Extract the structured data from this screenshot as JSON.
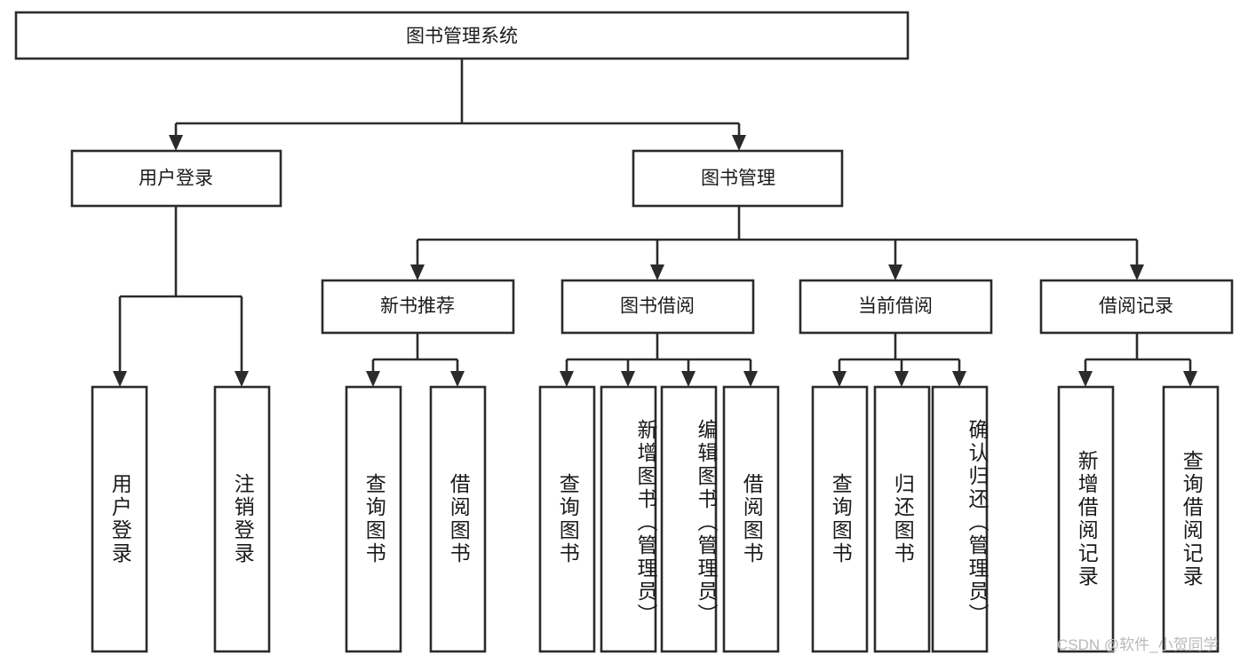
{
  "diagram": {
    "title": "图书管理系统",
    "type": "hierarchy-tree",
    "root": {
      "id": "root",
      "label": "图书管理系统"
    },
    "level2": [
      {
        "id": "user-login",
        "label": "用户登录"
      },
      {
        "id": "book-management",
        "label": "图书管理"
      }
    ],
    "level3": [
      {
        "id": "new-book-recommend",
        "label": "新书推荐",
        "parent": "book-management"
      },
      {
        "id": "book-borrow",
        "label": "图书借阅",
        "parent": "book-management"
      },
      {
        "id": "current-borrow",
        "label": "当前借阅",
        "parent": "book-management"
      },
      {
        "id": "borrow-record",
        "label": "借阅记录",
        "parent": "book-management"
      }
    ],
    "leaves": [
      {
        "id": "leaf-user-login",
        "label": "用户登录",
        "parent": "user-login"
      },
      {
        "id": "leaf-logout",
        "label": "注销登录",
        "parent": "user-login"
      },
      {
        "id": "leaf-query-book-1",
        "label": "查询图书",
        "parent": "new-book-recommend"
      },
      {
        "id": "leaf-borrow-book-1",
        "label": "借阅图书",
        "parent": "new-book-recommend"
      },
      {
        "id": "leaf-query-book-2",
        "label": "查询图书",
        "parent": "book-borrow"
      },
      {
        "id": "leaf-add-book",
        "label": "新增图书（管理员）",
        "parent": "book-borrow"
      },
      {
        "id": "leaf-edit-book",
        "label": "编辑图书（管理员）",
        "parent": "book-borrow"
      },
      {
        "id": "leaf-borrow-book-2",
        "label": "借阅图书",
        "parent": "book-borrow"
      },
      {
        "id": "leaf-query-book-3",
        "label": "查询图书",
        "parent": "current-borrow"
      },
      {
        "id": "leaf-return-book",
        "label": "归还图书",
        "parent": "current-borrow"
      },
      {
        "id": "leaf-confirm-return",
        "label": "确认归还（管理员）",
        "parent": "current-borrow"
      },
      {
        "id": "leaf-add-record",
        "label": "新增借阅记录",
        "parent": "borrow-record"
      },
      {
        "id": "leaf-query-record",
        "label": "查询借阅记录",
        "parent": "borrow-record"
      }
    ],
    "watermark": "CSDN @软件_小贺同学",
    "colors": {
      "stroke": "#2b2b2b",
      "box_fill": "#ffffff",
      "text": "#1a1a1a",
      "background": "#ffffff",
      "watermark": "#b9b9b9"
    }
  }
}
